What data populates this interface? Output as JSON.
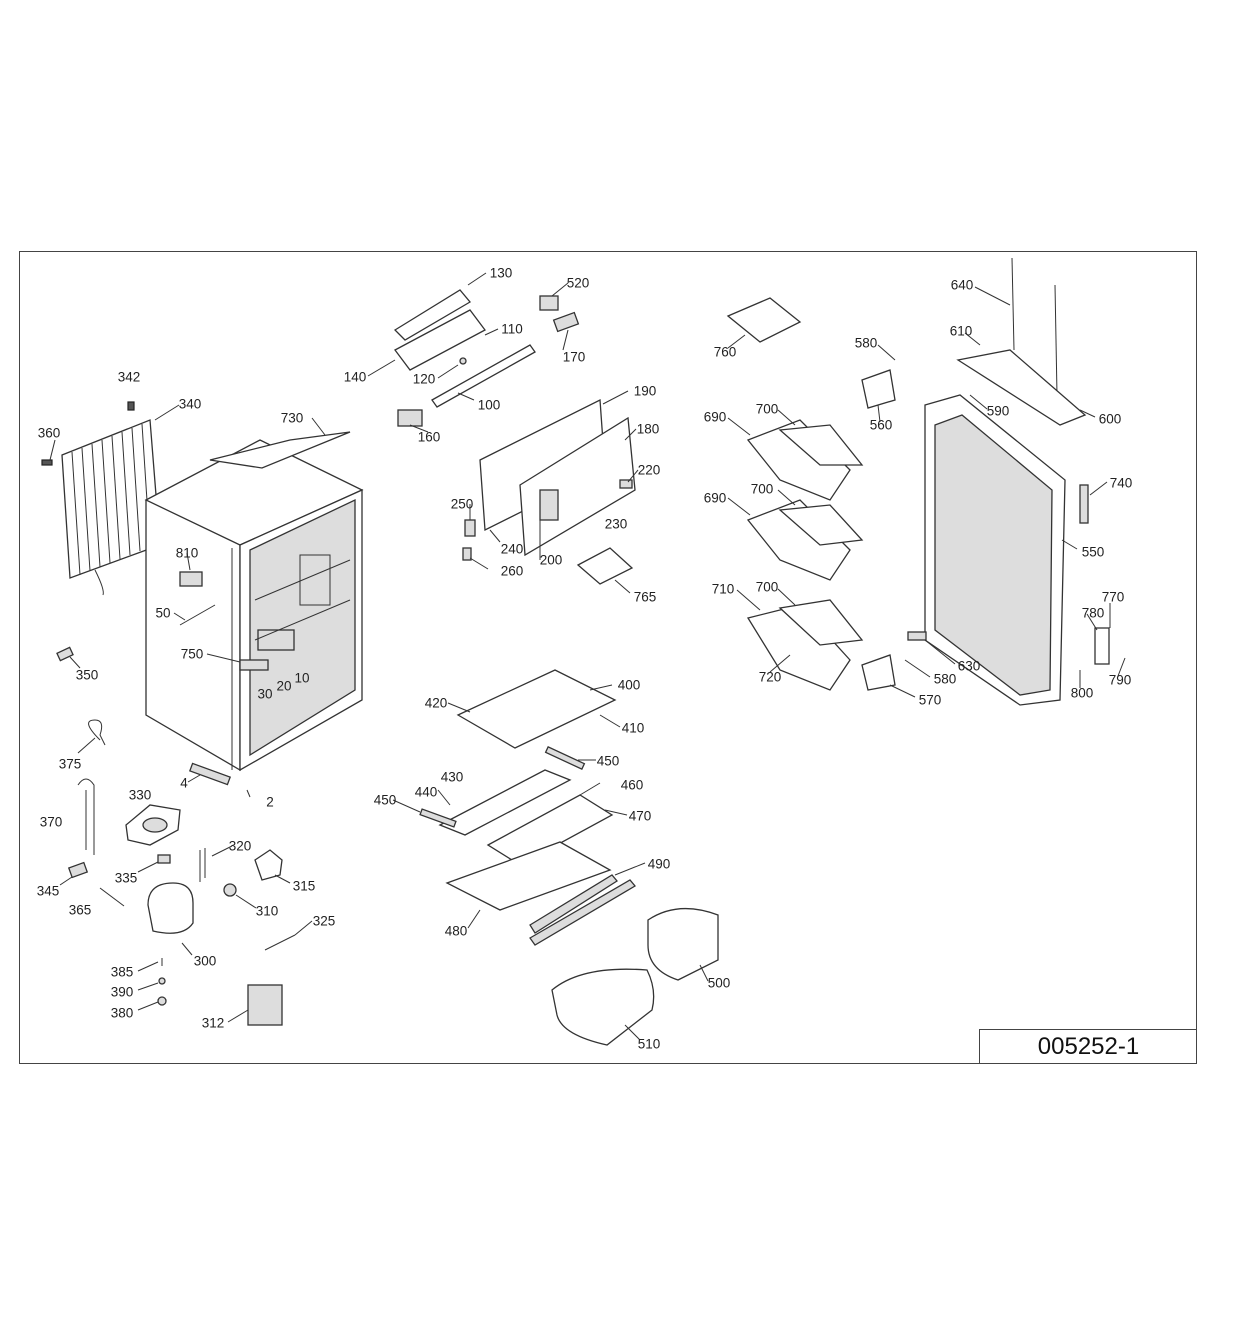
{
  "drawing": {
    "number": "005252-1"
  },
  "callouts": [
    {
      "id": "130",
      "text": "130"
    },
    {
      "id": "520",
      "text": "520"
    },
    {
      "id": "110",
      "text": "110"
    },
    {
      "id": "170",
      "text": "170"
    },
    {
      "id": "140",
      "text": "140"
    },
    {
      "id": "120",
      "text": "120"
    },
    {
      "id": "100",
      "text": "100"
    },
    {
      "id": "160",
      "text": "160"
    },
    {
      "id": "190",
      "text": "190"
    },
    {
      "id": "180",
      "text": "180"
    },
    {
      "id": "220",
      "text": "220"
    },
    {
      "id": "250",
      "text": "250"
    },
    {
      "id": "230",
      "text": "230"
    },
    {
      "id": "240",
      "text": "240"
    },
    {
      "id": "200",
      "text": "200"
    },
    {
      "id": "260",
      "text": "260"
    },
    {
      "id": "765",
      "text": "765"
    },
    {
      "id": "342",
      "text": "342"
    },
    {
      "id": "340",
      "text": "340"
    },
    {
      "id": "730",
      "text": "730"
    },
    {
      "id": "360",
      "text": "360"
    },
    {
      "id": "810",
      "text": "810"
    },
    {
      "id": "50",
      "text": "50"
    },
    {
      "id": "750",
      "text": "750"
    },
    {
      "id": "350",
      "text": "350"
    },
    {
      "id": "30",
      "text": "30"
    },
    {
      "id": "20",
      "text": "20"
    },
    {
      "id": "10",
      "text": "10"
    },
    {
      "id": "375",
      "text": "375"
    },
    {
      "id": "4",
      "text": "4"
    },
    {
      "id": "2",
      "text": "2"
    },
    {
      "id": "370",
      "text": "370"
    },
    {
      "id": "330",
      "text": "330"
    },
    {
      "id": "320",
      "text": "320"
    },
    {
      "id": "335",
      "text": "335"
    },
    {
      "id": "315",
      "text": "315"
    },
    {
      "id": "345",
      "text": "345"
    },
    {
      "id": "365",
      "text": "365"
    },
    {
      "id": "310",
      "text": "310"
    },
    {
      "id": "325",
      "text": "325"
    },
    {
      "id": "300",
      "text": "300"
    },
    {
      "id": "385",
      "text": "385"
    },
    {
      "id": "390",
      "text": "390"
    },
    {
      "id": "380",
      "text": "380"
    },
    {
      "id": "312",
      "text": "312"
    },
    {
      "id": "400",
      "text": "400"
    },
    {
      "id": "420",
      "text": "420"
    },
    {
      "id": "410",
      "text": "410"
    },
    {
      "id": "450a",
      "text": "450"
    },
    {
      "id": "430",
      "text": "430"
    },
    {
      "id": "460",
      "text": "460"
    },
    {
      "id": "440",
      "text": "440"
    },
    {
      "id": "450b",
      "text": "450"
    },
    {
      "id": "470",
      "text": "470"
    },
    {
      "id": "490",
      "text": "490"
    },
    {
      "id": "480",
      "text": "480"
    },
    {
      "id": "500",
      "text": "500"
    },
    {
      "id": "510",
      "text": "510"
    },
    {
      "id": "760",
      "text": "760"
    },
    {
      "id": "640",
      "text": "640"
    },
    {
      "id": "610",
      "text": "610"
    },
    {
      "id": "580a",
      "text": "580"
    },
    {
      "id": "590",
      "text": "590"
    },
    {
      "id": "600",
      "text": "600"
    },
    {
      "id": "560",
      "text": "560"
    },
    {
      "id": "690a",
      "text": "690"
    },
    {
      "id": "700a",
      "text": "700"
    },
    {
      "id": "740",
      "text": "740"
    },
    {
      "id": "690b",
      "text": "690"
    },
    {
      "id": "700b",
      "text": "700"
    },
    {
      "id": "550",
      "text": "550"
    },
    {
      "id": "710",
      "text": "710"
    },
    {
      "id": "700c",
      "text": "700"
    },
    {
      "id": "770",
      "text": "770"
    },
    {
      "id": "780",
      "text": "780"
    },
    {
      "id": "630",
      "text": "630"
    },
    {
      "id": "580b",
      "text": "580"
    },
    {
      "id": "720",
      "text": "720"
    },
    {
      "id": "790",
      "text": "790"
    },
    {
      "id": "800",
      "text": "800"
    },
    {
      "id": "570",
      "text": "570"
    }
  ]
}
